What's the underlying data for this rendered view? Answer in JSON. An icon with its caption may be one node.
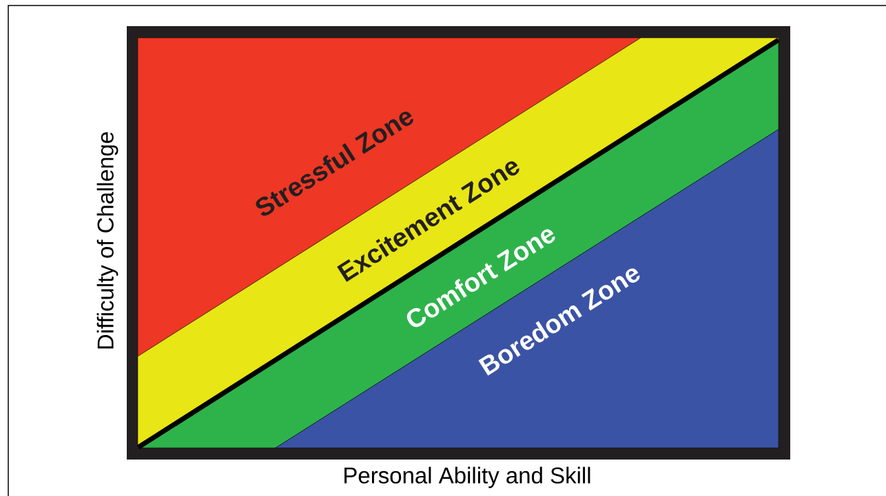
{
  "diagram": {
    "nodes": [
      {
        "text": [
          "Stressful Zone"
        ]
      },
      {
        "text": [
          "Excitement Zone"
        ]
      },
      {
        "text": [
          "Comfort Zone"
        ]
      },
      {
        "text": [
          "Boredom Zone"
        ]
      }
    ],
    "labels": [
      "Difficulty of Challenge",
      "Personal Ability and Skill"
    ]
  }
}
